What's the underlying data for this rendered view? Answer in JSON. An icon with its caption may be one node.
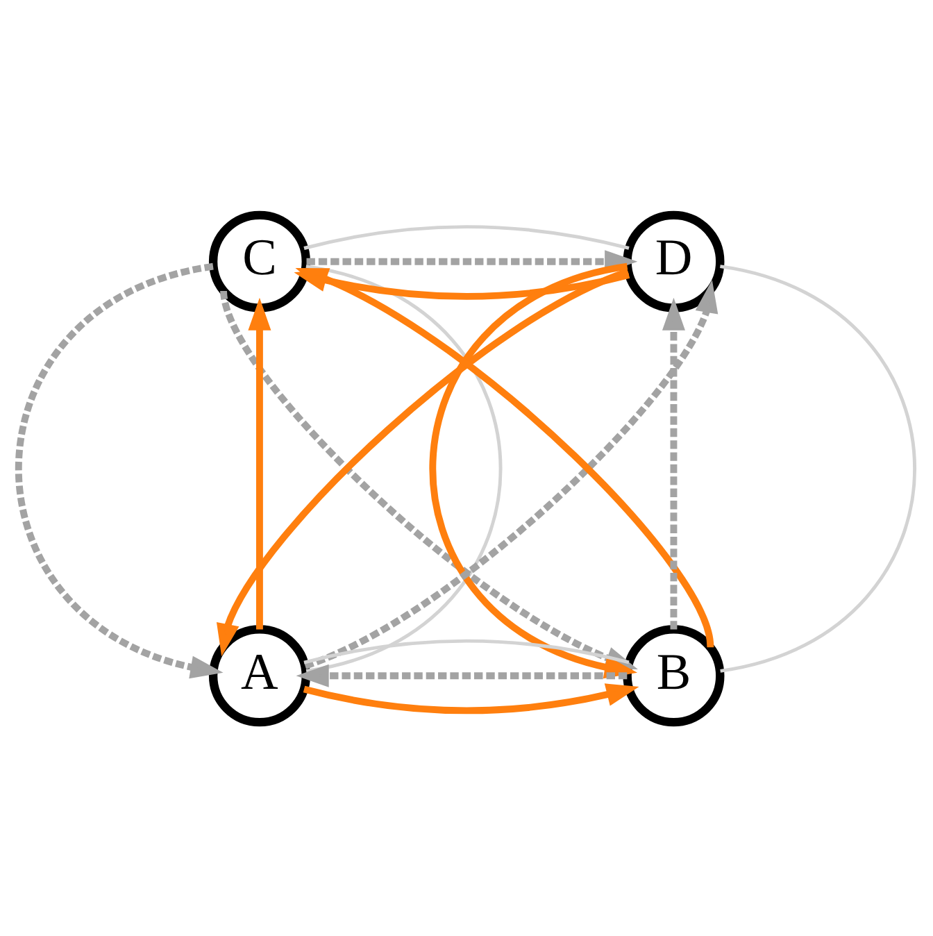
{
  "diagram": {
    "nodes": [
      {
        "text": [
          "C"
        ]
      },
      {
        "text": [
          "D"
        ]
      },
      {
        "text": [
          "A"
        ]
      },
      {
        "text": [
          "B"
        ]
      }
    ],
    "edges": [
      {
        "from": 1,
        "to": 0,
        "arrow": "to",
        "color": "#ff7f0e"
      },
      {
        "from": 2,
        "to": 0,
        "arrow": "to",
        "color": "#ff7f0e"
      },
      {
        "from": 3,
        "to": 0,
        "arrow": "to",
        "color": "#ff7f0e"
      },
      {
        "from": 1,
        "to": 2,
        "arrow": "to",
        "color": "#ff7f0e"
      },
      {
        "from": 2,
        "to": 3,
        "arrow": "to",
        "color": "#ff7f0e"
      },
      {
        "from": 1,
        "to": 3,
        "arrow": "to",
        "color": "#ff7f0e"
      },
      {
        "from": 0,
        "to": 1,
        "arrow": "to",
        "style": "dashed",
        "color": "#a3a3a3"
      },
      {
        "from": 0,
        "to": 2,
        "arrow": "to",
        "style": "dashed",
        "color": "#a3a3a3"
      },
      {
        "from": 0,
        "to": 3,
        "arrow": "to",
        "style": "dashed",
        "color": "#a3a3a3"
      },
      {
        "from": 3,
        "to": 2,
        "arrow": "to",
        "style": "dashed",
        "color": "#a3a3a3"
      },
      {
        "from": 3,
        "to": 1,
        "arrow": "to",
        "style": "dashed",
        "color": "#a3a3a3"
      },
      {
        "from": 2,
        "to": 1,
        "arrow": "to",
        "style": "dashed",
        "color": "#a3a3a3"
      },
      {
        "from": 0,
        "to": 1,
        "arrow": "none",
        "color": "#d3d3d3"
      },
      {
        "from": 0,
        "to": 2,
        "arrow": "none",
        "color": "#d3d3d3"
      },
      {
        "from": 2,
        "to": 3,
        "arrow": "none",
        "color": "#d3d3d3"
      },
      {
        "from": 1,
        "to": 3,
        "arrow": "none",
        "color": "#d3d3d3"
      }
    ]
  }
}
